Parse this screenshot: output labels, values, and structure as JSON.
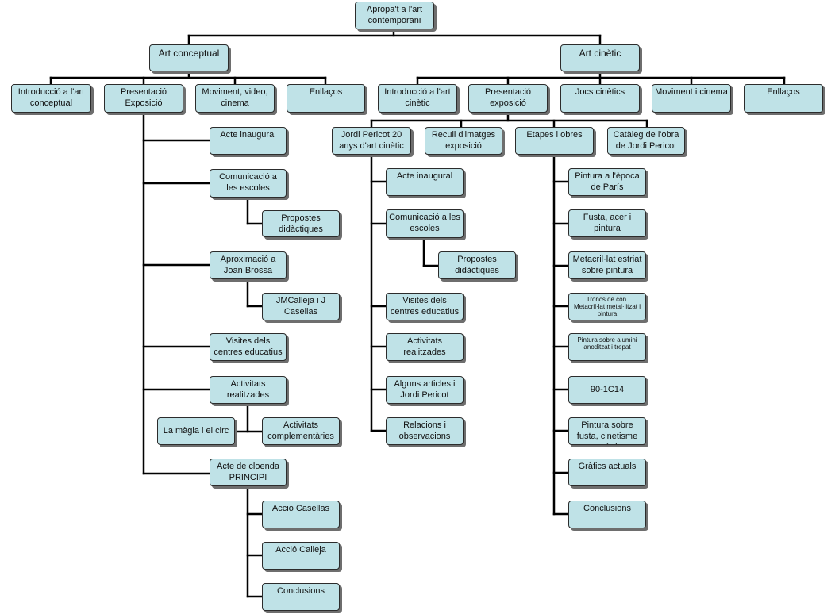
{
  "root": {
    "label": "Apropa't a l'art contemporani"
  },
  "art_conceptual": {
    "label": "Art conceptual",
    "intro": "Introducció a l'art conceptual",
    "presentacio": "Presentació Exposició",
    "moviment": "Moviment, video, cinema",
    "enllacos": "Enllaços",
    "acte_inaugural": "Acte inaugural",
    "comunicacio": "Comunicació a les escoles",
    "propostes": "Propostes didàctiques",
    "aproximacio": "Aproximació a Joan Brossa",
    "jmcalleja": "JMCalleja i J Casellas",
    "visites": "Visites dels centres educatius",
    "activitats": "Activitats realitzades",
    "magia": "La màgia i el circ",
    "complementaries": "Activitats complementàries",
    "cloenda": "Acte de cloenda PRINCIPI",
    "accio_casellas": "Acció Casellas",
    "accio_calleja": "Acció Calleja",
    "conclusions": "Conclusions"
  },
  "art_cinetic": {
    "label": "Art cinètic",
    "intro": "Introducció a l'art cinètic",
    "presentacio": "Presentació exposició",
    "jocs": "Jocs cinètics",
    "moviment": "Moviment i cinema",
    "enllacos": "Enllaços",
    "jordi": "Jordi Pericot 20 anys d'art cinètic",
    "recull": "Recull d'imatges exposició",
    "etapes": "Etapes i obres",
    "cataleg": "Catàleg de l'obra de Jordi Pericot",
    "acte_inaugural": "Acte inaugural",
    "comunicacio": "Comunicació a les escoles",
    "propostes": "Propostes didàctiques",
    "visites": "Visites dels centres educatius",
    "activitats": "Activitats realitzades",
    "articles": "Alguns articles i Jordi Pericot",
    "relacions": "Relacions i observacions",
    "pintura_paris": "Pintura a l'època de París",
    "fusta_acer": "Fusta, acer i pintura",
    "metacrilat": "Metacril·lat estriat sobre pintura",
    "troncs": "Troncs de con. Metacril·lat metal·litzat i pintura",
    "alumini": "Pintura sobre alumini anoditzat i trepat",
    "code": "90-1C14",
    "fusta_cinetisme": "Pintura sobre fusta, cinetisme orgànic",
    "grafics": "Gràfics actuals",
    "conclusions": "Conclusions"
  },
  "colors": {
    "node_fill": "#bfe2e7",
    "node_border": "#2c2c2c",
    "line": "#000000",
    "shadow": "#6e6e6e"
  }
}
